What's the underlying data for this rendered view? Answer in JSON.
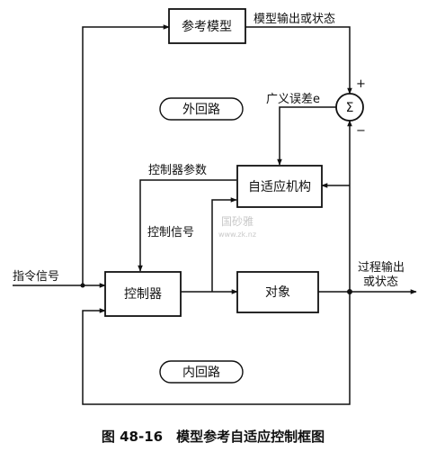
{
  "blocks": {
    "reference_model": "参考模型",
    "adaptive_mechanism": "自适应机构",
    "controller": "控制器",
    "plant": "对象"
  },
  "loops": {
    "outer": "外回路",
    "inner": "内回路"
  },
  "summing_junction": {
    "symbol": "Σ",
    "plus_sign": "+",
    "minus_sign": "−"
  },
  "labels": {
    "model_output": "模型输出或状态",
    "generalized_error": "广义误差e",
    "controller_params": "控制器参数",
    "control_signal": "控制信号",
    "command_signal": "指令信号",
    "process_output_line1": "过程输出",
    "process_output_line2": "或状态"
  },
  "watermark": {
    "line1": "国砂雅",
    "line2": "www.zk.nz"
  },
  "caption": "图 48-16　模型参考自适应控制框图"
}
